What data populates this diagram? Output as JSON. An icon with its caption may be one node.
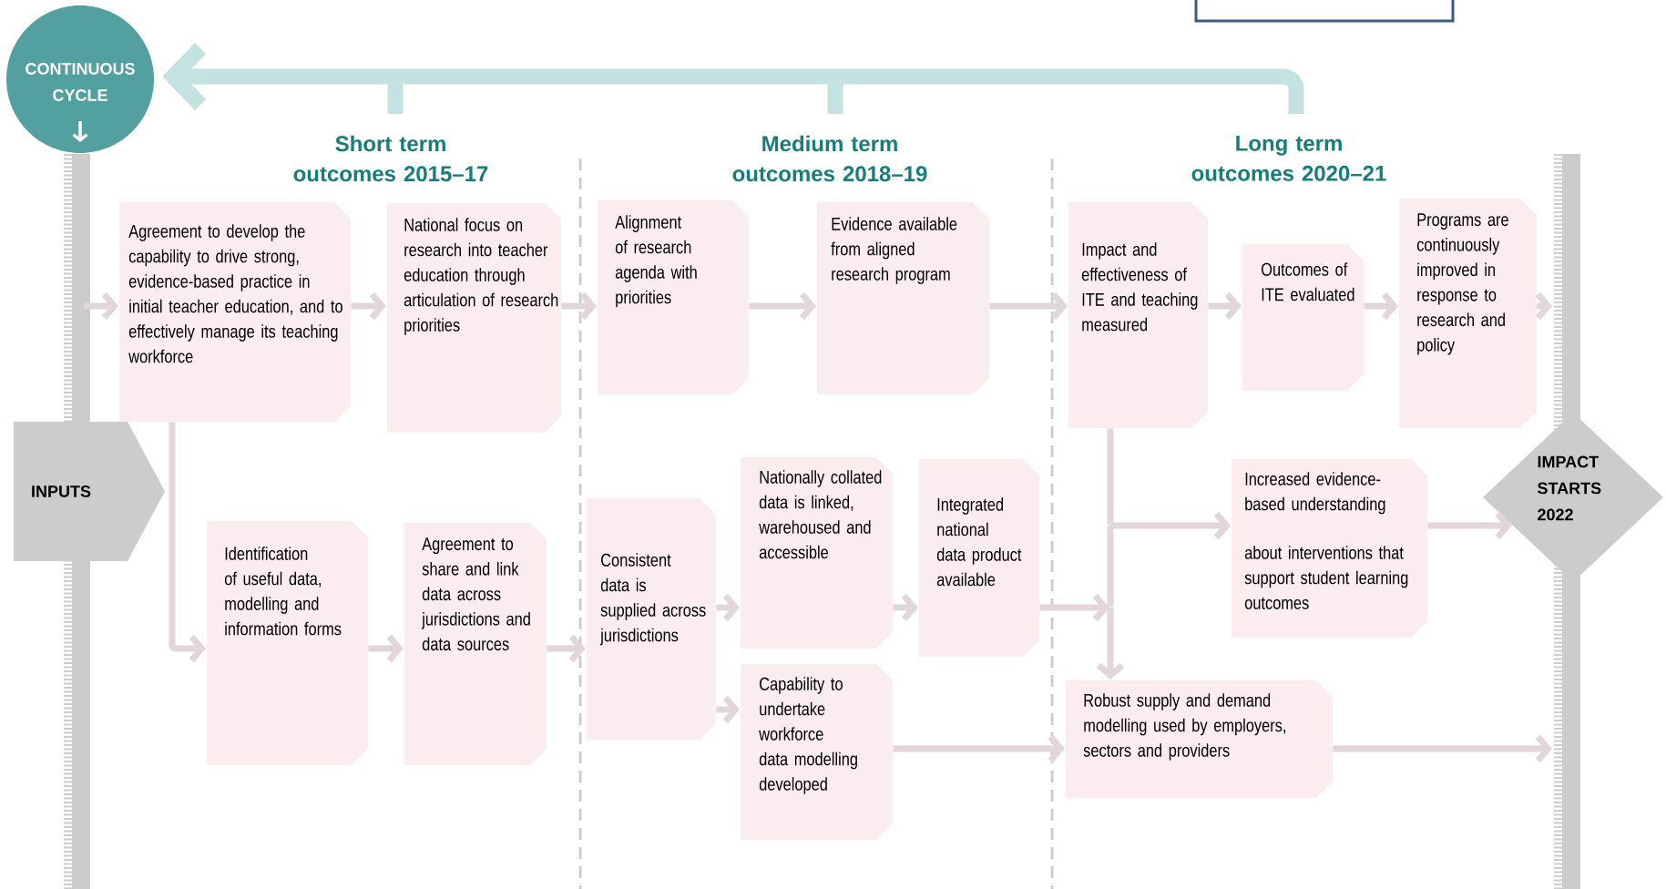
{
  "diagram": {
    "nodes": [
      {
        "text": [
          "CONTINUOUS CYCLE"
        ]
      },
      {
        "text": [
          "INPUTS"
        ]
      },
      {
        "text": [
          "IMPACT STARTS 2022"
        ]
      },
      {
        "text": [
          "Agreement to develop the capability to drive strong, evidence-based practice in initial teacher education, and to effectively manage its teaching workforce"
        ]
      },
      {
        "text": [
          "National focus on research into teacher education through articulation of research priorities"
        ]
      },
      {
        "text": [
          "Identification of useful data, modelling and information forms"
        ]
      },
      {
        "text": [
          "Agreement to share and link data across jurisdictions and data sources"
        ]
      },
      {
        "text": [
          "Alignment of research agenda with priorities"
        ]
      },
      {
        "text": [
          "Evidence available from aligned research program"
        ]
      },
      {
        "text": [
          "Consistent data is supplied across jurisdictions"
        ]
      },
      {
        "text": [
          "Nationally collated data is linked, warehoused and accessible"
        ]
      },
      {
        "text": [
          "Capability to undertake workforce data modelling developed"
        ]
      },
      {
        "text": [
          "Integrated national data product available"
        ]
      },
      {
        "text": [
          "Impact and effectiveness of ITE and teaching measured"
        ]
      },
      {
        "text": [
          "Outcomes of ITE evaluated"
        ]
      },
      {
        "text": [
          "Programs are continuously improved in response to research and policy"
        ]
      },
      {
        "text": [
          "Increased evidence-based understanding",
          "about interventions that support student learning outcomes"
        ]
      },
      {
        "text": [
          "Robust supply and demand modelling used by employers, sectors and providers"
        ]
      }
    ],
    "edges": [
      {
        "from": null,
        "to": 3,
        "arrow": "to"
      },
      {
        "from": 3,
        "to": 4,
        "arrow": "to"
      },
      {
        "from": 4,
        "to": 7,
        "arrow": "to"
      },
      {
        "from": 7,
        "to": 8,
        "arrow": "to"
      },
      {
        "from": 8,
        "to": 13,
        "arrow": "to"
      },
      {
        "from": 13,
        "to": 14,
        "arrow": "to"
      },
      {
        "from": 14,
        "to": 15,
        "arrow": "to"
      },
      {
        "from": 15,
        "to": null,
        "arrow": "to"
      },
      {
        "from": 3,
        "to": 5,
        "arrow": "to"
      },
      {
        "from": 5,
        "to": 6,
        "arrow": "to"
      },
      {
        "from": 6,
        "to": 9,
        "arrow": "to"
      },
      {
        "from": 9,
        "to": 10,
        "arrow": "to"
      },
      {
        "from": 9,
        "to": 11,
        "arrow": "to"
      },
      {
        "from": 10,
        "to": 12,
        "arrow": "to"
      },
      {
        "from": 12,
        "to": 16,
        "arrow": "to"
      },
      {
        "from": 12,
        "to": 17,
        "arrow": "to"
      },
      {
        "from": 13,
        "to": 16,
        "arrow": "to"
      },
      {
        "from": 13,
        "to": 17,
        "arrow": "to"
      },
      {
        "from": 11,
        "to": 17,
        "arrow": "to"
      },
      {
        "from": 16,
        "to": 2,
        "arrow": "to"
      },
      {
        "from": 17,
        "to": null,
        "arrow": "to"
      },
      {
        "from": null,
        "to": 0,
        "arrow": "to",
        "style": "thick",
        "color": "#c5e2e2"
      }
    ],
    "labels": [
      "Short term outcomes 2015–17",
      "Medium term outcomes 2018–19",
      "Long term outcomes 2020–21"
    ]
  }
}
